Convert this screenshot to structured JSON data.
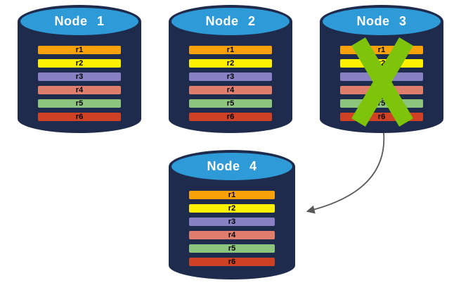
{
  "colors": {
    "background": "#FFFFFF",
    "cylinder_body": "#1F2B4D",
    "cylinder_top": "#2E9BD8",
    "title_text": "#FFFFFF",
    "row_text": "#000000",
    "failure_x": "#7DC40A",
    "arrow": "#595959"
  },
  "nodes": [
    {
      "label": "Node 1",
      "failed": false,
      "rows": [
        {
          "label": "r1",
          "color": "#F9A109"
        },
        {
          "label": "r2",
          "color": "#FDF000"
        },
        {
          "label": "r3",
          "color": "#8880C3"
        },
        {
          "label": "r4",
          "color": "#DF7E6C"
        },
        {
          "label": "r5",
          "color": "#8EC57E"
        },
        {
          "label": "r6",
          "color": "#CE4124"
        }
      ]
    },
    {
      "label": "Node 2",
      "failed": false,
      "rows": [
        {
          "label": "r1",
          "color": "#F9A109"
        },
        {
          "label": "r2",
          "color": "#FDF000"
        },
        {
          "label": "r3",
          "color": "#8880C3"
        },
        {
          "label": "r4",
          "color": "#DF7E6C"
        },
        {
          "label": "r5",
          "color": "#8EC57E"
        },
        {
          "label": "r6",
          "color": "#CE4124"
        }
      ]
    },
    {
      "label": "Node 3",
      "failed": true,
      "rows": [
        {
          "label": "r1",
          "color": "#F9A109"
        },
        {
          "label": "r2",
          "color": "#FDF000"
        },
        {
          "label": "r3",
          "color": "#8880C3"
        },
        {
          "label": "r4",
          "color": "#DF7E6C"
        },
        {
          "label": "r5",
          "color": "#8EC57E"
        },
        {
          "label": "r6",
          "color": "#CE4124"
        }
      ]
    },
    {
      "label": "Node 4",
      "failed": false,
      "rows": [
        {
          "label": "r1",
          "color": "#F9A109"
        },
        {
          "label": "r2",
          "color": "#FDF000"
        },
        {
          "label": "r3",
          "color": "#8880C3"
        },
        {
          "label": "r4",
          "color": "#DF7E6C"
        },
        {
          "label": "r5",
          "color": "#8EC57E"
        },
        {
          "label": "r6",
          "color": "#CE4124"
        }
      ]
    }
  ],
  "arrow": {
    "from": "Node 3",
    "to": "Node 4"
  }
}
